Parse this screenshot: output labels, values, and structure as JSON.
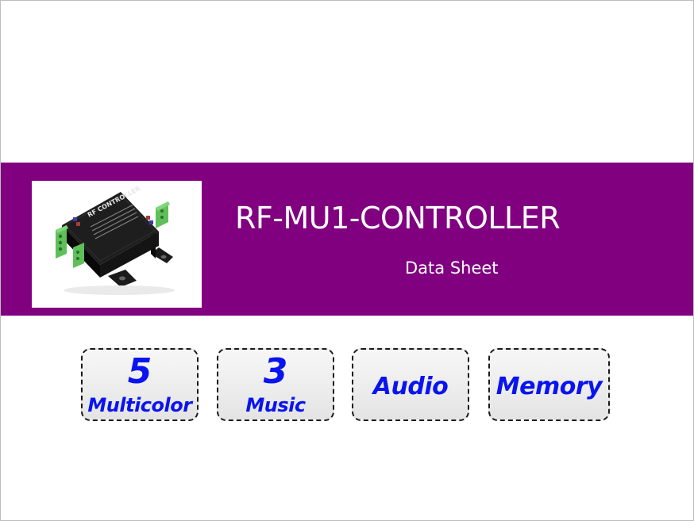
{
  "header": {
    "title": "RF-MU1-CONTROLLER",
    "subtitle": "Data Sheet"
  },
  "product_image": {
    "label": "RF CONTROLLER",
    "colors": {
      "body": "#121212",
      "terminal": "#5fbf5a"
    }
  },
  "features": [
    {
      "number": "5",
      "label": "Multicolor"
    },
    {
      "number": "3",
      "label": "Music"
    },
    {
      "label": "Audio"
    },
    {
      "label": "Memory"
    }
  ],
  "colors": {
    "banner": "#800080",
    "feature_text": "#0a14ee",
    "title_text": "#ffffff"
  }
}
